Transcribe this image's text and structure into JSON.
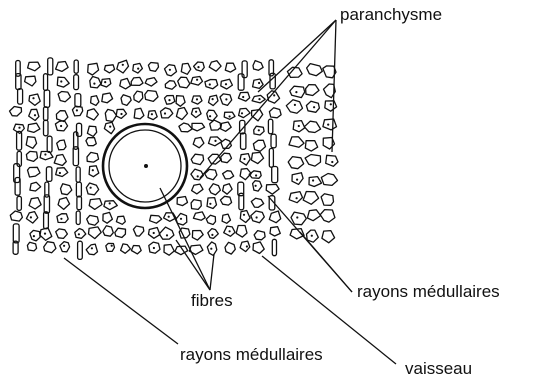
{
  "diagram": {
    "labels": {
      "paranchysme": "paranchysme",
      "rayons_right": "rayons médullaires",
      "fibres": "fibres",
      "rayons_bottom": "rayons médullaires",
      "vaisseau": "vaisseau"
    },
    "colors": {
      "ink": "#111111",
      "background": "#ffffff"
    }
  }
}
